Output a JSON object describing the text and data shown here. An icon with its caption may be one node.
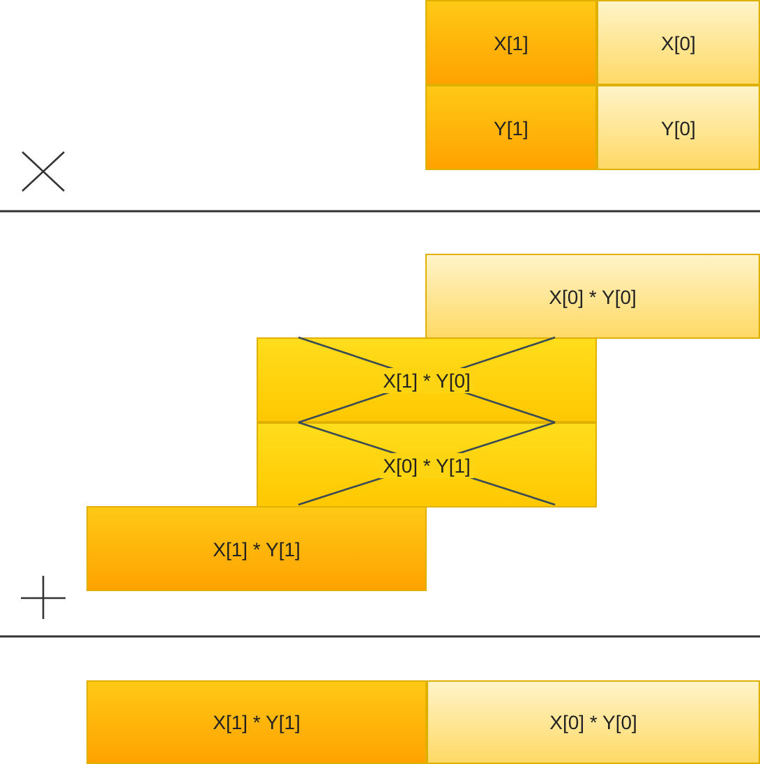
{
  "diagram": {
    "nodes": [
      {
        "text": [
          "X[1]"
        ]
      },
      {
        "text": [
          "X[0]"
        ]
      },
      {
        "text": [
          "Y[1]"
        ]
      },
      {
        "text": [
          "Y[0]"
        ]
      },
      {
        "text": [
          "X[0] * Y[0]"
        ]
      },
      {
        "text": [
          "X[1] * Y[0]"
        ]
      },
      {
        "text": [
          "X[0] * Y[1]"
        ]
      },
      {
        "text": [
          "X[1] * Y[1]"
        ]
      },
      {
        "text": [
          "X[1] * Y[1]"
        ]
      },
      {
        "text": [
          "X[0] * Y[0]"
        ]
      }
    ]
  }
}
